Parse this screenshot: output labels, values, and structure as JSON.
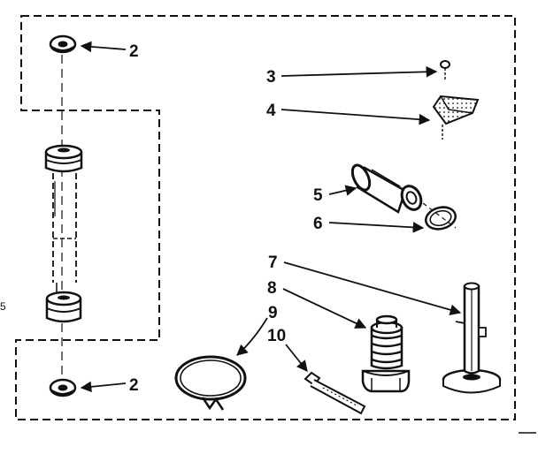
{
  "diagram": {
    "colors": {
      "ink": "#111111",
      "paper": "#ffffff"
    },
    "callouts": {
      "part_2_top": "2",
      "part_2_bottom": "2",
      "part_3": "3",
      "part_4": "4",
      "part_5": "5",
      "part_6": "6",
      "part_7": "7",
      "part_8": "8",
      "part_9": "9",
      "part_10": "10"
    },
    "margin_mark": "5"
  }
}
